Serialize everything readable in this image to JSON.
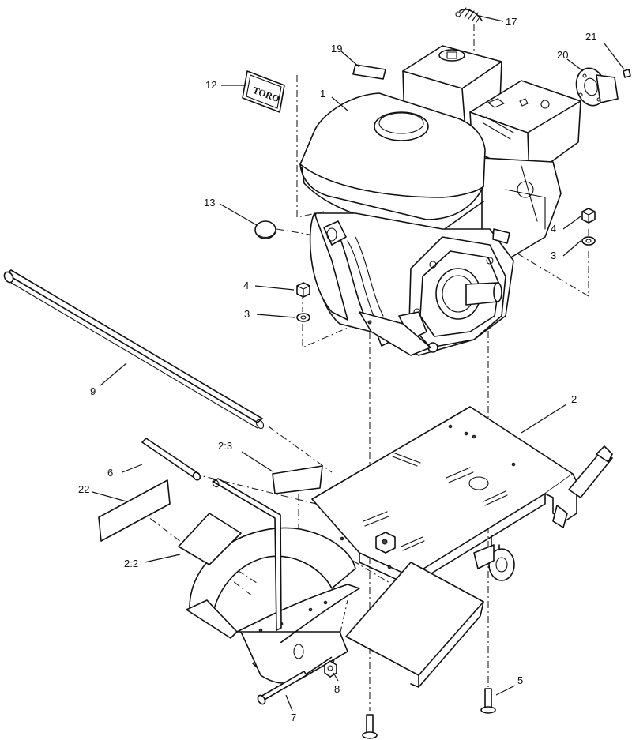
{
  "callouts": [
    {
      "id": "c-1",
      "label": "1"
    },
    {
      "id": "c-2",
      "label": "2"
    },
    {
      "id": "c-2-2",
      "label": "2:2"
    },
    {
      "id": "c-2-3",
      "label": "2:3"
    },
    {
      "id": "c-3a",
      "label": "3"
    },
    {
      "id": "c-3b",
      "label": "3"
    },
    {
      "id": "c-4a",
      "label": "4"
    },
    {
      "id": "c-4b",
      "label": "4"
    },
    {
      "id": "c-5",
      "label": "5"
    },
    {
      "id": "c-6",
      "label": "6"
    },
    {
      "id": "c-7",
      "label": "7"
    },
    {
      "id": "c-8",
      "label": "8"
    },
    {
      "id": "c-9",
      "label": "9"
    },
    {
      "id": "c-12",
      "label": "12"
    },
    {
      "id": "c-13",
      "label": "13"
    },
    {
      "id": "c-17",
      "label": "17"
    },
    {
      "id": "c-19",
      "label": "19"
    },
    {
      "id": "c-20",
      "label": "20"
    },
    {
      "id": "c-21",
      "label": "21"
    },
    {
      "id": "c-22",
      "label": "22"
    }
  ],
  "logo_decal": {
    "text": "TORO"
  }
}
